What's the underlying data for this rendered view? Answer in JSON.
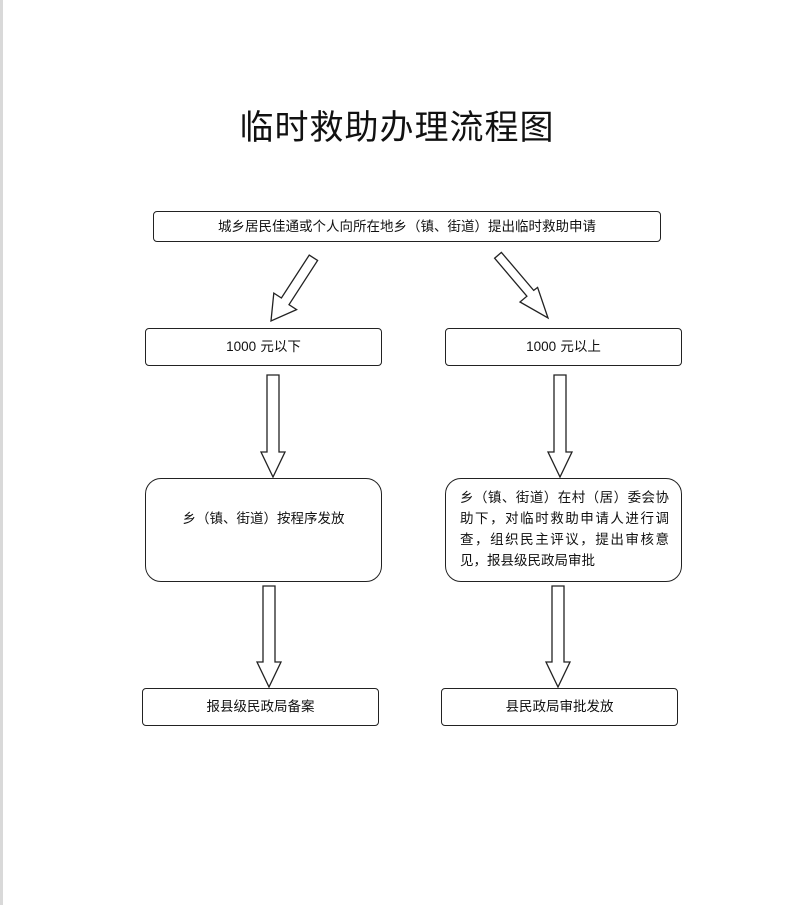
{
  "title": "临时救助办理流程图",
  "nodes": {
    "apply": "城乡居民佳通或个人向所在地乡（镇、街道）提出临时救助申请",
    "below_amount": "1000",
    "below_suffix": " 元以下",
    "above_amount": "1000",
    "above_suffix": " 元以上",
    "township_issue": "乡（镇、街道）按程序发放",
    "township_review": "乡（镇、街道）在村（居）委会协助下，对临时救助申请人进行调查，组织民主评议，提出审核意见，报县级民政局审批",
    "report_record": "报县级民政局备案",
    "county_approve": "县民政局审批发放"
  }
}
